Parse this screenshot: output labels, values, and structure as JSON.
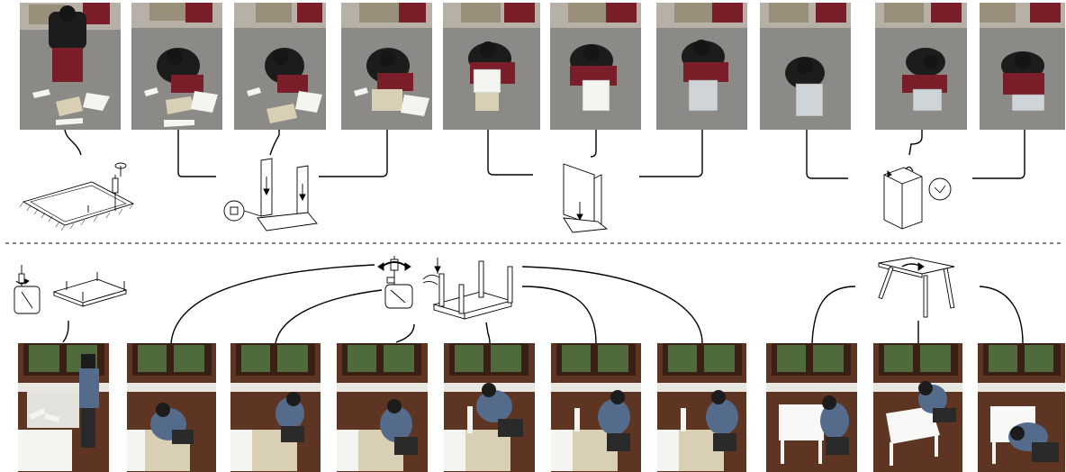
{
  "colors": {
    "background": "#ffffff",
    "connector": "#000000",
    "carpet": "#8c8a86",
    "chair_red": "#7a1f2a",
    "floor_wood": "#5e3422",
    "window_green": "#4f6a3b",
    "person_black": "#1c1c1c",
    "person_blue": "#556b8c",
    "board_white": "#f4f4f0",
    "board_beige": "#d8cfb4"
  },
  "top_row": {
    "frames": [
      {
        "id": 1,
        "shirt": "#1c1c1c",
        "pants": "#7a1f2a"
      },
      {
        "id": 2,
        "shirt": "#1c1c1c",
        "pants": "#7a1f2a"
      },
      {
        "id": 3,
        "shirt": "#1c1c1c",
        "pants": "#7a1f2a"
      },
      {
        "id": 4,
        "shirt": "#1c1c1c",
        "pants": "#7a1f2a"
      },
      {
        "id": 5,
        "shirt": "#1c1c1c",
        "pants": "#7a1f2a"
      },
      {
        "id": 6,
        "shirt": "#1c1c1c",
        "pants": "#7a1f2a"
      },
      {
        "id": 7,
        "shirt": "#1c1c1c",
        "pants": "#7a1f2a"
      },
      {
        "id": 8,
        "shirt": "#1c1c1c",
        "pants": "#7a1f2a"
      },
      {
        "id": 9,
        "shirt": "#1c1c1c",
        "pants": "#7a1f2a"
      },
      {
        "id": 10,
        "shirt": "#1c1c1c",
        "pants": "#7a1f2a"
      }
    ]
  },
  "bottom_row": {
    "frames": [
      {
        "id": 1,
        "shirt": "#556b8c",
        "pants": "#2a2a2a"
      },
      {
        "id": 2,
        "shirt": "#556b8c",
        "pants": "#2a2a2a"
      },
      {
        "id": 3,
        "shirt": "#556b8c",
        "pants": "#2a2a2a"
      },
      {
        "id": 4,
        "shirt": "#556b8c",
        "pants": "#2a2a2a"
      },
      {
        "id": 5,
        "shirt": "#556b8c",
        "pants": "#2a2a2a"
      },
      {
        "id": 6,
        "shirt": "#556b8c",
        "pants": "#2a2a2a"
      },
      {
        "id": 7,
        "shirt": "#556b8c",
        "pants": "#2a2a2a"
      },
      {
        "id": 8,
        "shirt": "#556b8c",
        "pants": "#2a2a2a"
      },
      {
        "id": 9,
        "shirt": "#556b8c",
        "pants": "#2a2a2a"
      },
      {
        "id": 10,
        "shirt": "#556b8c",
        "pants": "#2a2a2a"
      }
    ]
  },
  "diagrams": {
    "top": [
      "screwdriver-on-board-icon",
      "two-panels-insert-icon",
      "side-panel-attach-icon",
      "box-frame-assembly-icon"
    ],
    "bottom": [
      "table-top-with-pegs-icon",
      "leg-screw-rotate-icon",
      "table-legs-attached-icon",
      "table-flip-over-icon"
    ]
  }
}
